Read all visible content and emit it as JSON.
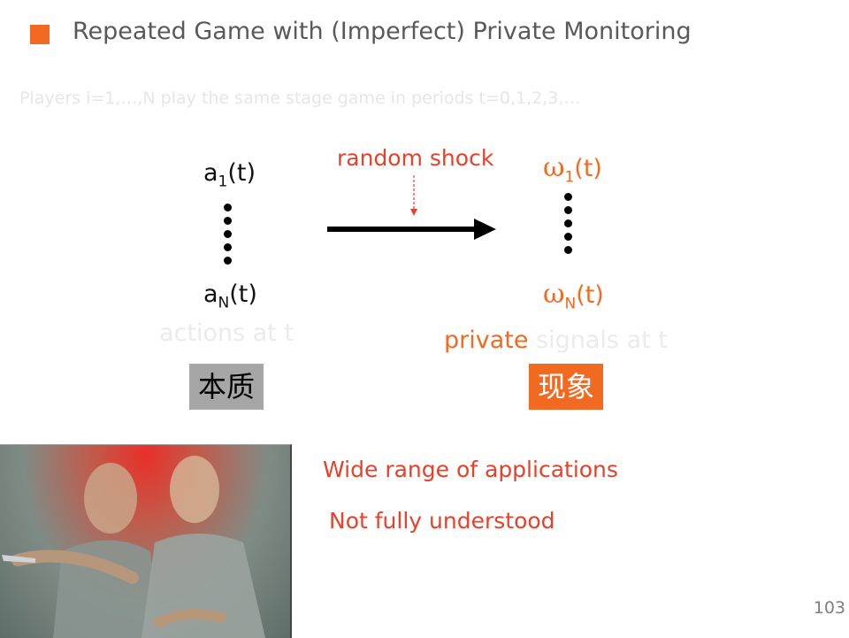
{
  "header": {
    "title": "Repeated Game with (Imperfect) Private Monitoring",
    "accent_color": "#f26a21"
  },
  "intro": "Players i=1,…,N play the same stage game in periods t=0,1,2,3,…",
  "actions": {
    "first_base": "a",
    "first_sub": "1",
    "first_arg": "(t)",
    "last_base": "a",
    "last_sub": "N",
    "last_arg": "(t)",
    "caption": "actions at t",
    "box_label": "本质"
  },
  "signals": {
    "first_base": "ω",
    "first_sub": "1",
    "first_arg": "(t)",
    "last_base": "ω",
    "last_sub": "N",
    "last_arg": "(t)",
    "caption_highlight": "private",
    "caption_rest": "signals at t",
    "box_label": "现象"
  },
  "arrow": {
    "shock_label": "random shock"
  },
  "notes": {
    "line1": "Wide range of applications",
    "line2": "Not fully understood"
  },
  "photo": {
    "icon": "two-men-embracing-illustration"
  },
  "page_number": "103"
}
